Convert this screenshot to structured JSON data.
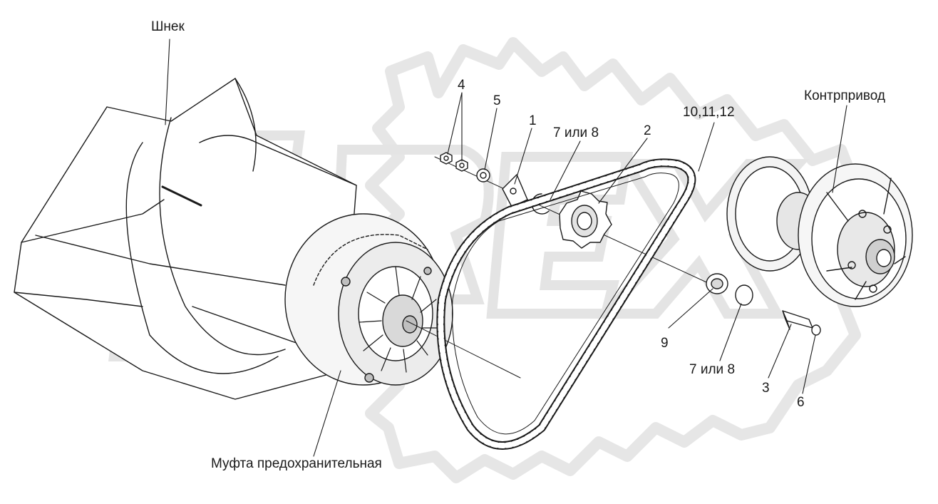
{
  "diagram": {
    "labels": {
      "auger": "Шнек",
      "counter_drive": "Контрпривод",
      "safety_clutch": "Муфта предохранительная",
      "part_4": "4",
      "part_5": "5",
      "part_1": "1",
      "part_7_or_8_top": "7 или 8",
      "part_2": "2",
      "part_10_11_12": "10,11,12",
      "part_9": "9",
      "part_7_or_8_bottom": "7 или 8",
      "part_3": "3",
      "part_6": "6"
    },
    "watermark": "OREX",
    "colors": {
      "line": "#1a1a1a",
      "watermark": "#e6e6e6",
      "fill_light": "#f2f2f2",
      "fill_mid": "#d9d9d9"
    }
  }
}
